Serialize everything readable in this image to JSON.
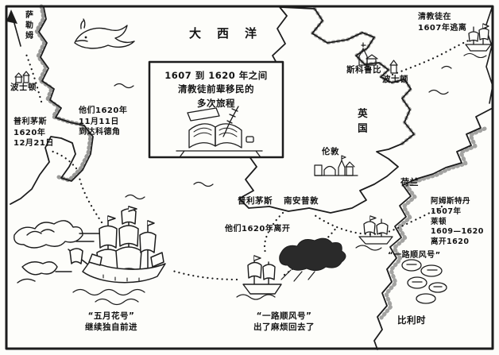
{
  "colors": {
    "ink": "#1c1c1c",
    "paper": "#fdfdfa",
    "storm": "#2a2a2a"
  },
  "ocean": {
    "name": "大西洋"
  },
  "america": {
    "salem": "萨勒姆",
    "boston": "波士顿",
    "plymouth": [
      "普利茅斯",
      "1620年",
      "12月21日"
    ],
    "cape_cod": [
      "他们1620年",
      "11月11日",
      "到达科德角"
    ]
  },
  "inset": {
    "lines": [
      "1607 到 1620 年之间",
      "清教徒前辈移民的",
      "多次旅程"
    ]
  },
  "britain": {
    "fled": [
      "清教徒在",
      "1607年逃离"
    ],
    "scrooby": "斯科鲁比",
    "boston": "波士顿",
    "country": "英国",
    "london": "伦敦",
    "plymouth": "普利茅斯",
    "southampton": "南安普敦",
    "departed": "他们1620年离开"
  },
  "continent": {
    "holland": "荷兰",
    "amsterdam": [
      "阿姆斯特丹",
      "1607年",
      "莱顿",
      "1609—1620",
      "离开1620"
    ],
    "belgium": "比利时"
  },
  "ships": {
    "speedwell": "“一路顺风号”",
    "mayflower_caption": [
      "“五月花号”",
      "继续独自前进"
    ],
    "speedwell_caption": [
      "“一路顺风号”",
      "出了麻烦回去了"
    ]
  }
}
